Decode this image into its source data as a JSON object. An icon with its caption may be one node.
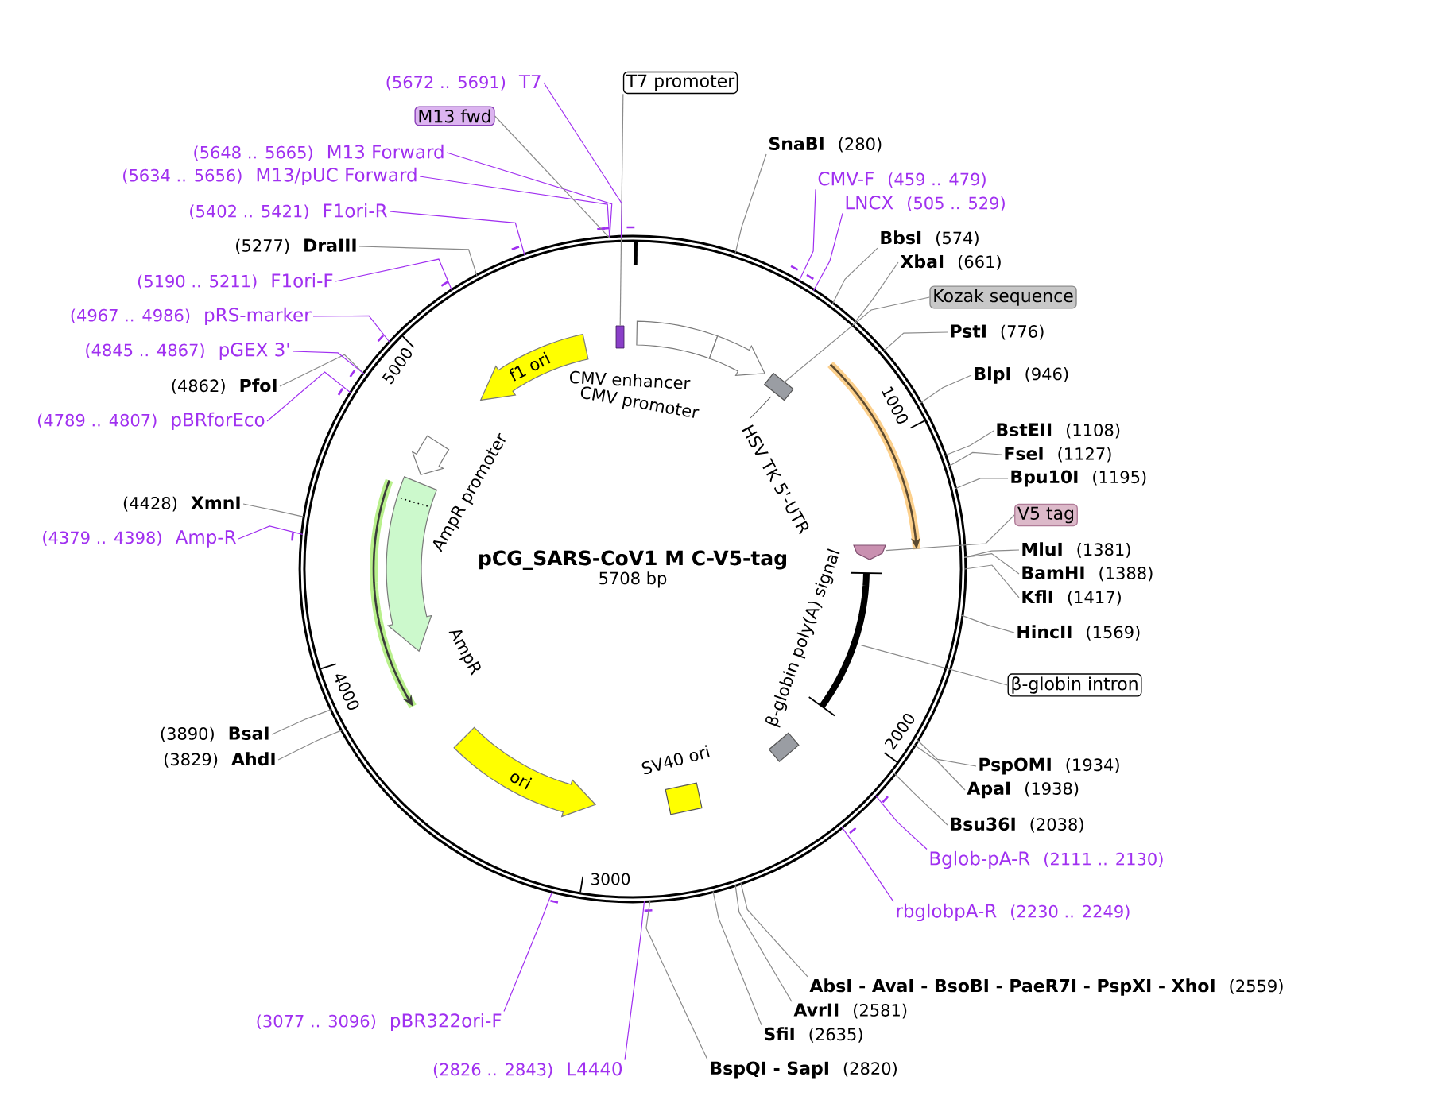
{
  "diagram": {
    "nodes": [
      {
        "text": [
          "pCG_SARS-CoV1 M C-V5-tag",
          "5708 bp"
        ]
      },
      {
        "text": [
          "f1 ori"
        ],
        "in": 0
      },
      {
        "text": [
          "CMV enhancer"
        ],
        "in": 0
      },
      {
        "text": [
          "CMV promoter"
        ],
        "in": 0
      },
      {
        "text": [],
        "shape": "box",
        "in": 0
      },
      {
        "text": [
          "HSV TK 5'-UTR"
        ],
        "in": 0
      },
      {
        "text": [],
        "shape": "arrow",
        "in": 0
      },
      {
        "text": [],
        "shape": "arrow",
        "in": 0
      },
      {
        "text": [],
        "shape": "bar",
        "in": 0
      },
      {
        "text": [
          "β-globin poly(A) signal"
        ],
        "in": 0
      },
      {
        "text": [
          "SV40 ori"
        ],
        "in": 0
      },
      {
        "text": [
          "ori"
        ],
        "in": 0
      },
      {
        "text": [
          "AmpR"
        ],
        "in": 0
      },
      {
        "text": [
          "AmpR promoter"
        ],
        "in": 0
      },
      {
        "text": [],
        "shape": "arrow",
        "in": 0
      },
      {
        "text": [
          "T7 promoter"
        ]
      },
      {
        "text": [
          "SnaBI",
          "(280)"
        ]
      },
      {
        "text": [
          "CMV-F",
          "(459 .. 479)"
        ]
      },
      {
        "text": [
          "LNCX",
          "(505 .. 529)"
        ]
      },
      {
        "text": [
          "BbsI",
          "(574)"
        ]
      },
      {
        "text": [
          "XbaI",
          "(661)"
        ]
      },
      {
        "text": [
          "Kozak sequence"
        ]
      },
      {
        "text": [
          "PstI",
          "(776)"
        ]
      },
      {
        "text": [
          "BlpI",
          "(946)"
        ]
      },
      {
        "text": [
          "BstEII",
          "(1108)"
        ]
      },
      {
        "text": [
          "FseI",
          "(1127)"
        ]
      },
      {
        "text": [
          "Bpu10I",
          "(1195)"
        ]
      },
      {
        "text": [
          "V5 tag"
        ]
      },
      {
        "text": [
          "MluI",
          "(1381)"
        ]
      },
      {
        "text": [
          "BamHI",
          "(1388)"
        ]
      },
      {
        "text": [
          "KflI",
          "(1417)"
        ]
      },
      {
        "text": [
          "HincII",
          "(1569)"
        ]
      },
      {
        "text": [
          "β-globin intron"
        ]
      },
      {
        "text": [
          "PspOMI",
          "(1934)"
        ]
      },
      {
        "text": [
          "ApaI",
          "(1938)"
        ]
      },
      {
        "text": [
          "Bsu36I",
          "(2038)"
        ]
      },
      {
        "text": [
          "Bglob-pA-R",
          "(2111 .. 2130)"
        ]
      },
      {
        "text": [
          "rbglobpA-R",
          "(2230 .. 2249)"
        ]
      },
      {
        "text": [
          "AbsI - AvaI - BsoBI - PaeR7I - PspXI - XhoI",
          "(2559)"
        ]
      },
      {
        "text": [
          "AvrII",
          "(2581)"
        ]
      },
      {
        "text": [
          "SfiI",
          "(2635)"
        ]
      },
      {
        "text": [
          "BspQI - SapI",
          "(2820)"
        ]
      },
      {
        "text": [
          "(2826 .. 2843)",
          "L4440"
        ]
      },
      {
        "text": [
          "(3077 .. 3096)",
          "pBR322ori-F"
        ]
      },
      {
        "text": [
          "(3829)",
          "AhdI"
        ]
      },
      {
        "text": [
          "(3890)",
          "BsaI"
        ]
      },
      {
        "text": [
          "(4379 .. 4398)",
          "Amp-R"
        ]
      },
      {
        "text": [
          "(4428)",
          "XmnI"
        ]
      },
      {
        "text": [
          "(4789 .. 4807)",
          "pBRforEco"
        ]
      },
      {
        "text": [
          "(4862)",
          "PfoI"
        ]
      },
      {
        "text": [
          "(4845 .. 4867)",
          "pGEX 3'"
        ]
      },
      {
        "text": [
          "(4967 .. 4986)",
          "pRS-marker"
        ]
      },
      {
        "text": [
          "(5190 .. 5211)",
          "F1ori-F"
        ]
      },
      {
        "text": [
          "(5277)",
          "DraIII"
        ]
      },
      {
        "text": [
          "(5402 .. 5421)",
          "F1ori-R"
        ]
      },
      {
        "text": [
          "(5634 .. 5656)",
          "M13/pUC Forward"
        ]
      },
      {
        "text": [
          "(5648 .. 5665)",
          "M13 Forward"
        ]
      },
      {
        "text": [
          "M13 fwd"
        ]
      },
      {
        "text": [
          "(5672 .. 5691)",
          "T7"
        ]
      }
    ],
    "edges": [
      {
        "from": 15,
        "to": 4,
        "arrow": "none"
      },
      {
        "from": 16,
        "to": 0,
        "arrow": "none"
      },
      {
        "from": 17,
        "to": 0,
        "arrow": "none",
        "color": "#a030f0"
      },
      {
        "from": 18,
        "to": 0,
        "arrow": "none",
        "color": "#a030f0"
      },
      {
        "from": 19,
        "to": 0,
        "arrow": "none"
      },
      {
        "from": 20,
        "to": 0,
        "arrow": "none"
      },
      {
        "from": 21,
        "to": 5,
        "arrow": "none"
      },
      {
        "from": 22,
        "to": 0,
        "arrow": "none"
      },
      {
        "from": 23,
        "to": 0,
        "arrow": "none"
      },
      {
        "from": 24,
        "to": 0,
        "arrow": "none"
      },
      {
        "from": 25,
        "to": 0,
        "arrow": "none"
      },
      {
        "from": 26,
        "to": 0,
        "arrow": "none"
      },
      {
        "from": 27,
        "to": 7,
        "arrow": "none"
      },
      {
        "from": 28,
        "to": 0,
        "arrow": "none"
      },
      {
        "from": 29,
        "to": 0,
        "arrow": "none"
      },
      {
        "from": 30,
        "to": 0,
        "arrow": "none"
      },
      {
        "from": 31,
        "to": 0,
        "arrow": "none"
      },
      {
        "from": 32,
        "to": 8,
        "arrow": "none"
      },
      {
        "from": 33,
        "to": 0,
        "arrow": "none"
      },
      {
        "from": 34,
        "to": 0,
        "arrow": "none"
      },
      {
        "from": 35,
        "to": 0,
        "arrow": "none"
      },
      {
        "from": 36,
        "to": 0,
        "arrow": "none",
        "color": "#a030f0"
      },
      {
        "from": 37,
        "to": 0,
        "arrow": "none",
        "color": "#a030f0"
      },
      {
        "from": 38,
        "to": 0,
        "arrow": "none"
      },
      {
        "from": 39,
        "to": 0,
        "arrow": "none"
      },
      {
        "from": 40,
        "to": 0,
        "arrow": "none"
      },
      {
        "from": 41,
        "to": 0,
        "arrow": "none"
      },
      {
        "from": 42,
        "to": 0,
        "arrow": "none",
        "color": "#a030f0"
      },
      {
        "from": 43,
        "to": 0,
        "arrow": "none",
        "color": "#a030f0"
      },
      {
        "from": 44,
        "to": 0,
        "arrow": "none"
      },
      {
        "from": 45,
        "to": 0,
        "arrow": "none"
      },
      {
        "from": 46,
        "to": 0,
        "arrow": "none",
        "color": "#a030f0"
      },
      {
        "from": 47,
        "to": 0,
        "arrow": "none"
      },
      {
        "from": 48,
        "to": 0,
        "arrow": "none",
        "color": "#a030f0"
      },
      {
        "from": 49,
        "to": 0,
        "arrow": "none"
      },
      {
        "from": 50,
        "to": 0,
        "arrow": "none",
        "color": "#a030f0"
      },
      {
        "from": 51,
        "to": 0,
        "arrow": "none",
        "color": "#a030f0"
      },
      {
        "from": 52,
        "to": 0,
        "arrow": "none",
        "color": "#a030f0"
      },
      {
        "from": 53,
        "to": 0,
        "arrow": "none"
      },
      {
        "from": 54,
        "to": 0,
        "arrow": "none",
        "color": "#a030f0"
      },
      {
        "from": 55,
        "to": 0,
        "arrow": "none",
        "color": "#a030f0"
      },
      {
        "from": 56,
        "to": 0,
        "arrow": "none",
        "color": "#a030f0"
      },
      {
        "from": 57,
        "to": 0,
        "arrow": "none"
      },
      {
        "from": 58,
        "to": 0,
        "arrow": "none",
        "color": "#a030f0"
      }
    ],
    "labels": [
      "5000",
      "1000",
      "4000",
      "2000",
      "3000"
    ]
  }
}
